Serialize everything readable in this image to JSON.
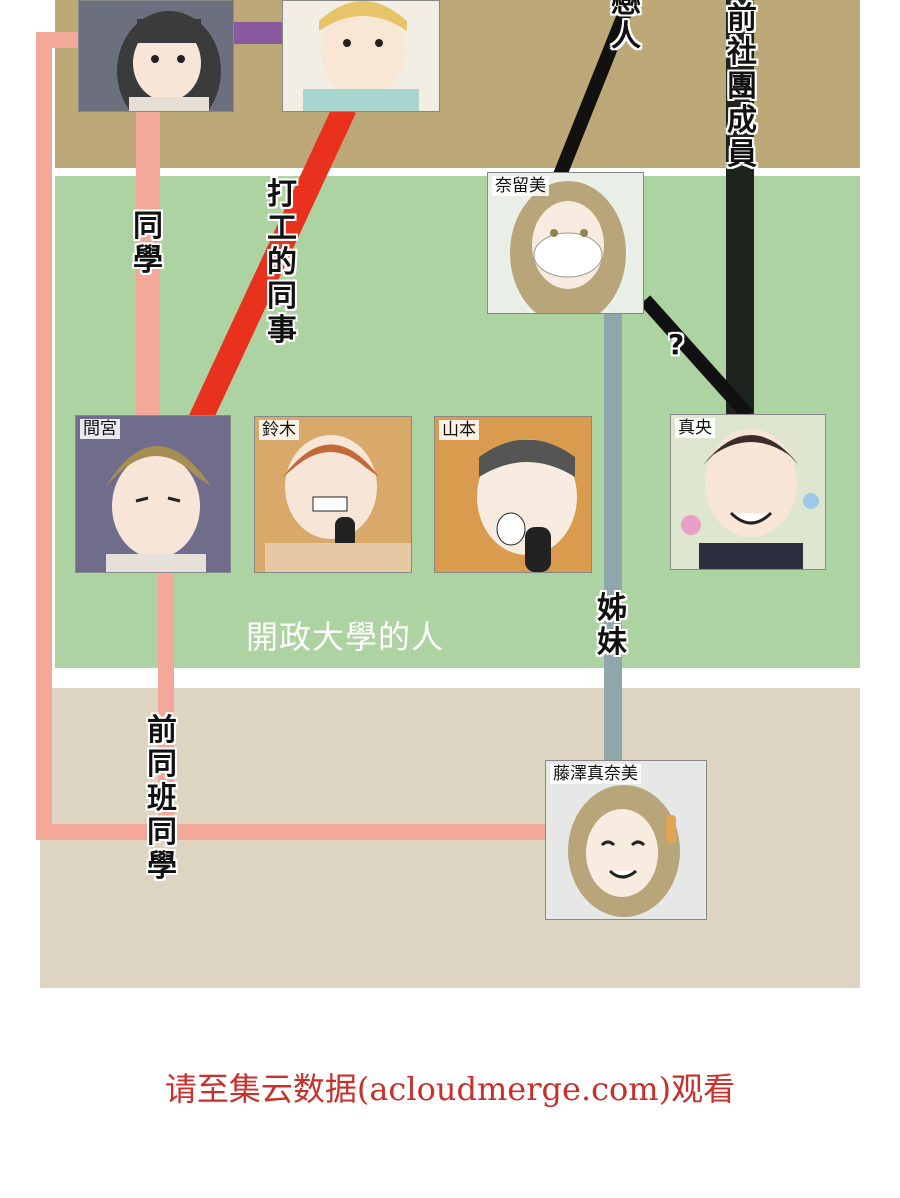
{
  "groups": {
    "university_label": "開政大學的人"
  },
  "characters": [
    {
      "id": "nerumi",
      "name": "奈留美"
    },
    {
      "id": "mamiya",
      "name": "間宮"
    },
    {
      "id": "suzuki",
      "name": "鈴木"
    },
    {
      "id": "yamamoto",
      "name": "山本"
    },
    {
      "id": "mao",
      "name": "真央"
    },
    {
      "id": "fujisawa",
      "name": "藤澤真奈美"
    }
  ],
  "relations": {
    "lover": "戀人",
    "former_club_member": "前社團成員",
    "classmate": "同學",
    "part_time_coworker": "打工的同事",
    "sisters": "姊妹",
    "former_classmate": "前同班同學",
    "unknown": "?"
  },
  "colors": {
    "top_band": "#bda877",
    "middle_band": "#aed3a2",
    "bottom_band": "#ddd5c1",
    "classmate_line": "#f3a89a",
    "coworker_line": "#e8321e",
    "lover_line": "#111111",
    "club_line": "#1c241d",
    "sisters_line": "#8fa7aa",
    "purple_link": "#8a5aa0"
  },
  "footer": {
    "text": "请至集云数据(acloudmerge.com)观看"
  }
}
